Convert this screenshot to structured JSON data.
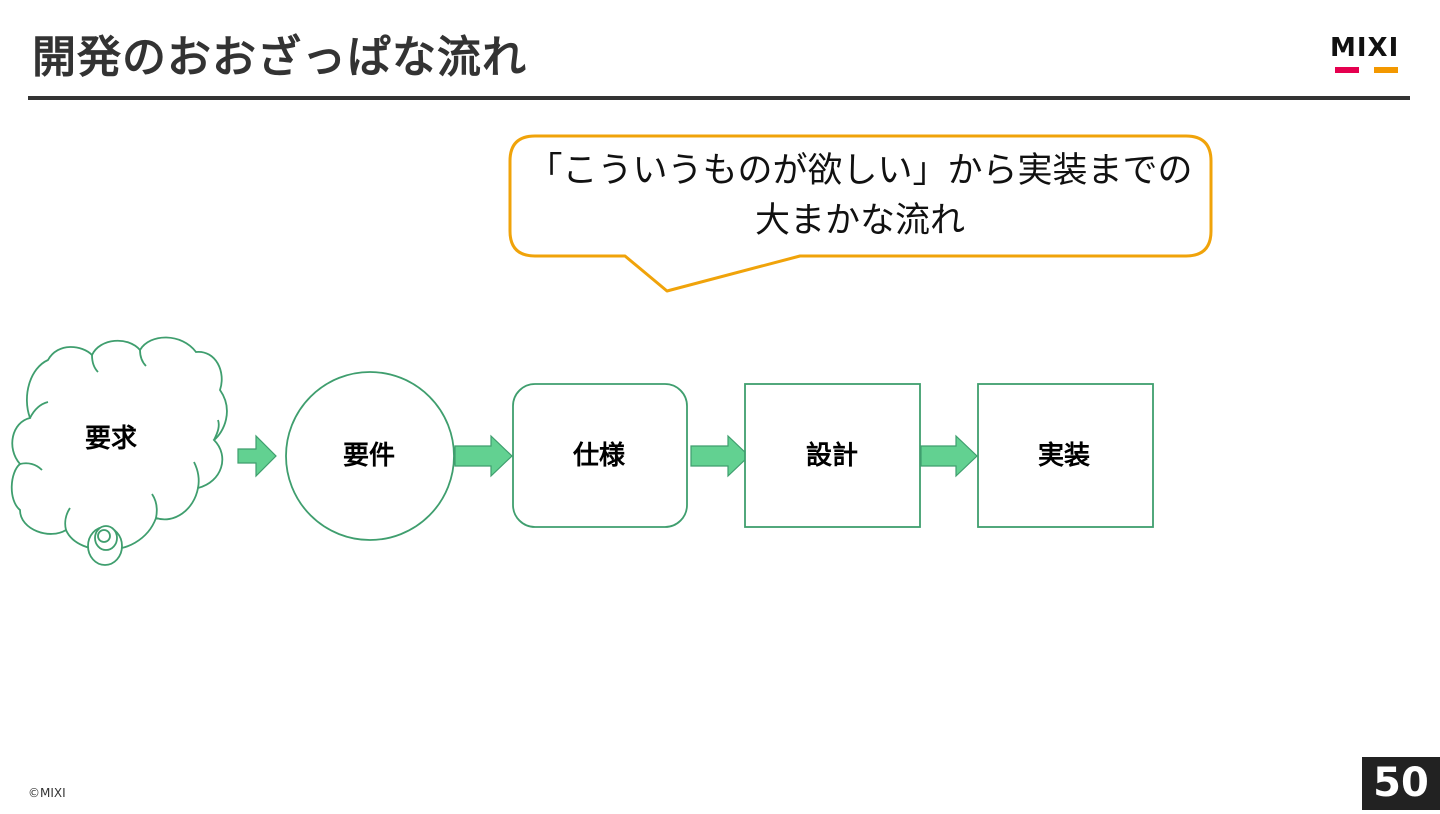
{
  "slide": {
    "title": "開発のおおざっぱな流れ",
    "logo_text": "MIXI",
    "copyright": "©MIXI",
    "page_number": "50"
  },
  "callout": {
    "line1": "「こういうものが欲しい」から実装までの",
    "line2": "大まかな流れ"
  },
  "flow": {
    "nodes": [
      {
        "label": "要求",
        "shape": "cloud"
      },
      {
        "label": "要件",
        "shape": "circle"
      },
      {
        "label": "仕様",
        "shape": "rounded-rectangle"
      },
      {
        "label": "設計",
        "shape": "rectangle"
      },
      {
        "label": "実装",
        "shape": "rectangle"
      }
    ]
  },
  "colors": {
    "node_outline": "#3f9e6e",
    "arrow_fill": "#62d191",
    "callout_outline": "#f0a30a",
    "title_text": "#333333",
    "logo_pink": "#e5004f",
    "logo_orange": "#f39800"
  }
}
